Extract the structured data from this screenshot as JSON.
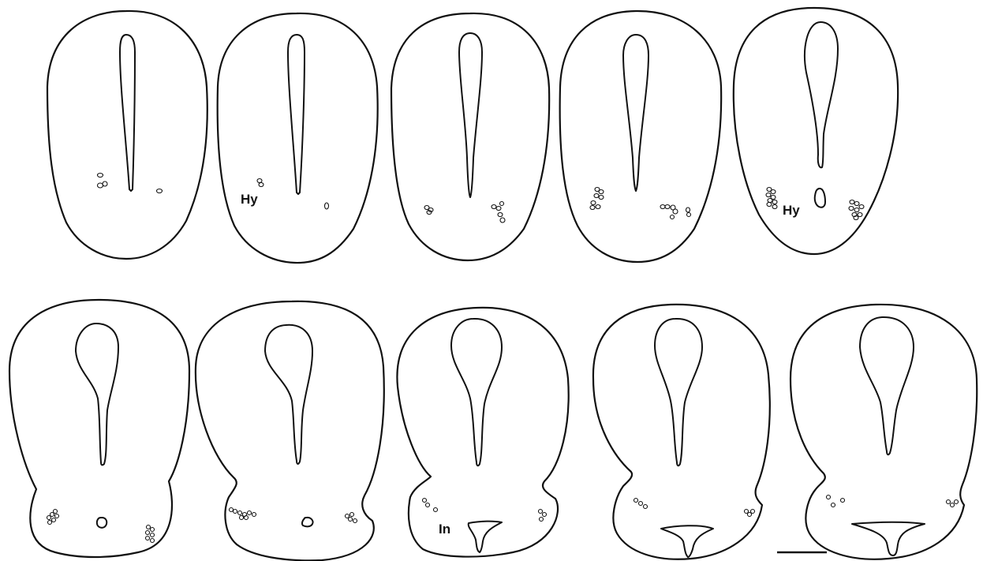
{
  "labels": {
    "hy_section2": "Hy",
    "hy_section5": "Hy",
    "in_section8": "In"
  }
}
